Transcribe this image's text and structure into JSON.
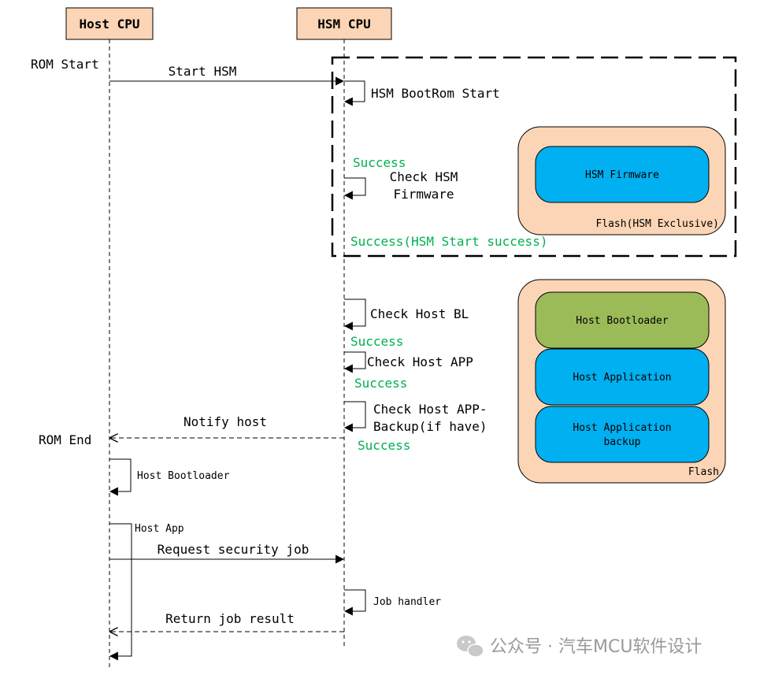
{
  "participants": {
    "host": "Host CPU",
    "hsm": "HSM CPU"
  },
  "side_labels": {
    "rom_start": "ROM Start",
    "rom_end": "ROM End"
  },
  "messages": {
    "start_hsm": "Start HSM",
    "hsm_bootrom_start": "HSM BootRom Start",
    "check_hsm_fw_line1": "Check HSM",
    "check_hsm_fw_line2": "Firmware",
    "success_1": "Success",
    "success_hsm_start": "Success(HSM Start success)",
    "check_host_bl": "Check Host BL",
    "success_2": "Success",
    "check_host_app": "Check Host APP",
    "success_3": "Success",
    "check_backup_line1": "Check Host APP-",
    "check_backup_line2": "Backup(if have)",
    "success_4": "Success",
    "notify_host": "Notify host",
    "host_bootloader": "Host Bootloader",
    "host_app": "Host App",
    "request_security_job": "Request security job",
    "job_handler": "Job handler",
    "return_job_result": "Return job result"
  },
  "flash_hsm": {
    "block": "HSM Firmware",
    "label": "Flash(HSM Exclusive)"
  },
  "flash_host": {
    "bootloader": "Host Bootloader",
    "application": "Host Application",
    "backup_line1": "Host Application",
    "backup_line2": "backup",
    "label": "Flash"
  },
  "watermark": {
    "text": "公众号 · 汽车MCU软件设计",
    "icon": "wechat-icon"
  },
  "colors": {
    "participant_fill": "#FBD5B5",
    "flash_fill": "#FBD5B5",
    "blue_block": "#00B0F0",
    "green_block": "#9BBB59",
    "success_text": "#00B050"
  }
}
